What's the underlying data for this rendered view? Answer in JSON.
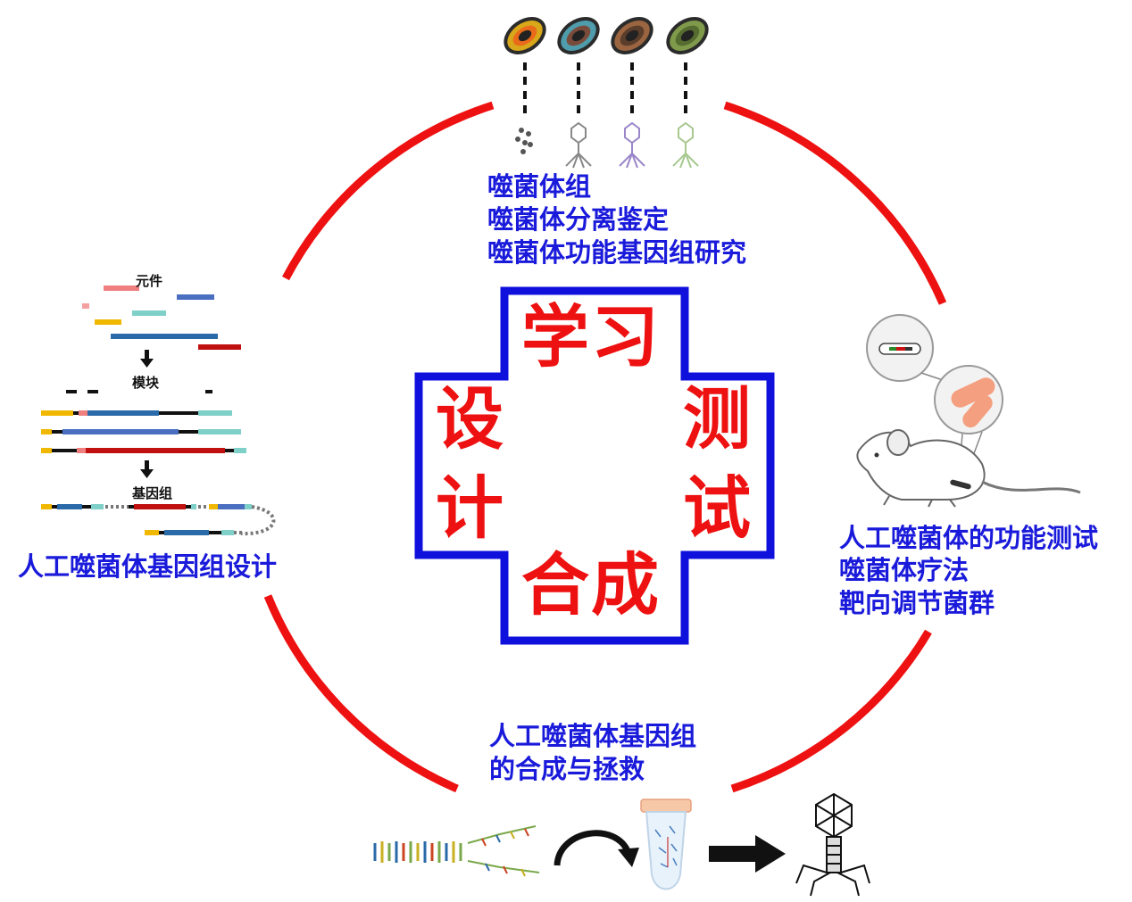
{
  "cycle": {
    "center": {
      "top": "学习",
      "left_1": "设",
      "left_2": "计",
      "right_1": "测",
      "right_2": "试",
      "bottom": "合成"
    },
    "top_section": {
      "line1": "噬菌体组",
      "line2": "噬菌体分离鉴定",
      "line3": "噬菌体功能基因组研究"
    },
    "left_section": {
      "label_parts": "元件",
      "label_module": "模块",
      "label_genome": "基因组",
      "title": "人工噬菌体基因组设计"
    },
    "right_section": {
      "line1": "人工噬菌体的功能测试",
      "line2": "噬菌体疗法",
      "line3": "靶向调节菌群"
    },
    "bottom_section": {
      "line1": "人工噬菌体基因组",
      "line2": "的合成与拯救"
    }
  },
  "colors": {
    "ring": "#ee1111",
    "cross_border": "#1010dd",
    "text_blue": "#1a1adb",
    "text_red": "#ee1111"
  }
}
